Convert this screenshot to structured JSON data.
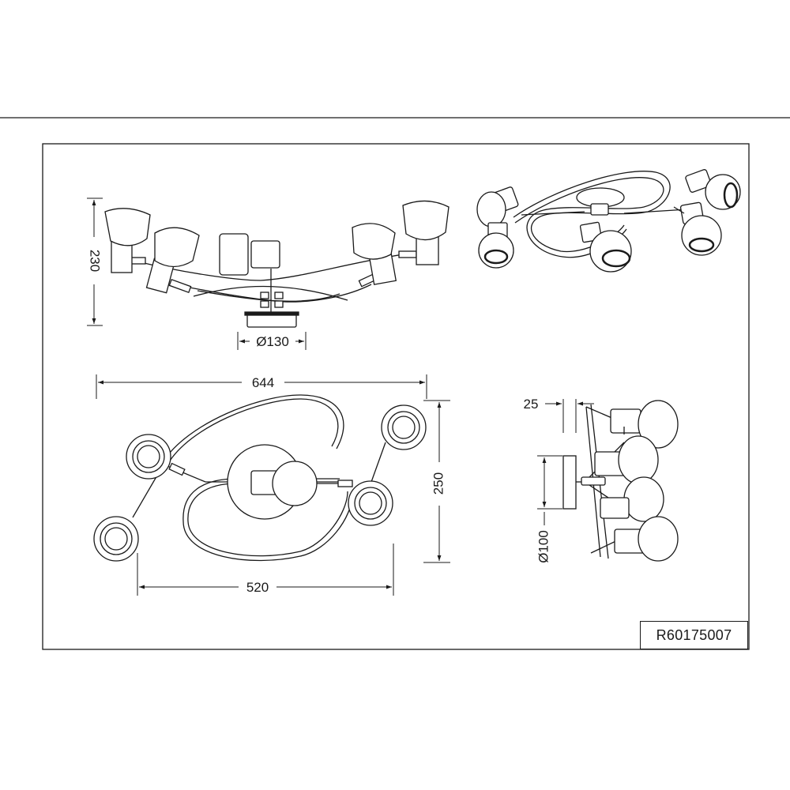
{
  "dimensions": {
    "height": "230",
    "base_diameter": "Ø130",
    "overall_length": "644",
    "overall_width": "250",
    "spread_length": "520",
    "canopy_depth": "25",
    "canopy_diameter": "Ø100"
  },
  "article_number": "R60175007",
  "colors": {
    "line": "#1a1a1a",
    "background": "#ffffff"
  }
}
